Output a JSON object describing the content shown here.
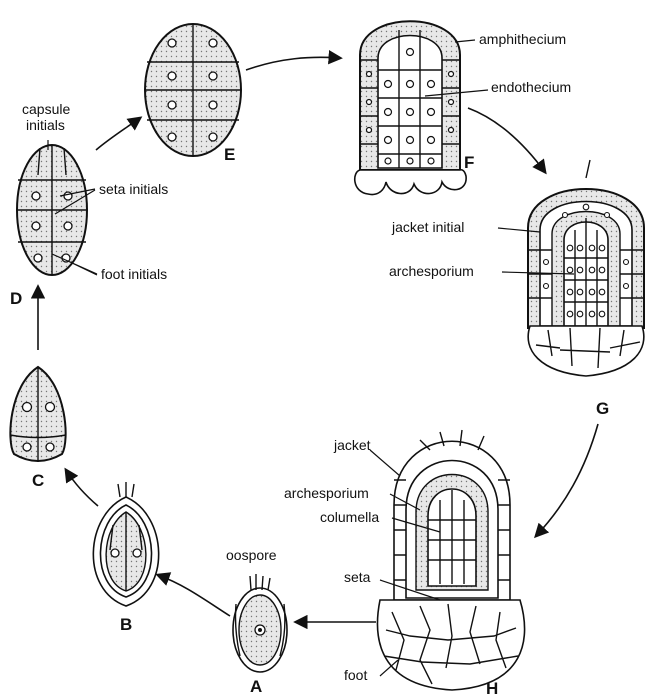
{
  "diagram": {
    "stages": [
      {
        "letter": "A"
      },
      {
        "letter": "B"
      },
      {
        "letter": "C"
      },
      {
        "letter": "D"
      },
      {
        "letter": "E"
      },
      {
        "letter": "F"
      },
      {
        "letter": "G"
      },
      {
        "letter": "H"
      }
    ],
    "labels": {
      "oospore": "oospore",
      "capsule_initials": "capsule initials",
      "seta_initials": "seta initials",
      "foot_initials": "foot initials",
      "amphithecium": "amphithecium",
      "endothecium": "endothecium",
      "jacket_initial": "jacket initial",
      "archesporium_g": "archesporium",
      "jacket": "jacket",
      "archesporium_h": "archesporium",
      "columella": "columella",
      "seta": "seta",
      "foot": "foot"
    }
  }
}
